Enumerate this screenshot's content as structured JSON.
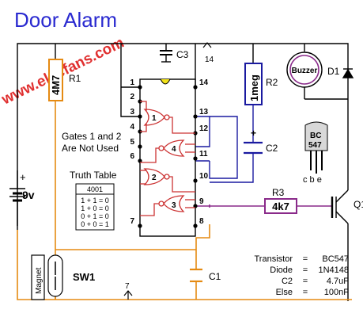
{
  "title": "Door Alarm",
  "watermark": "www.elecfans.com",
  "colors": {
    "wire_black": "#000000",
    "wire_orange": "#e58a12",
    "wire_purple": "#8a2a8a",
    "wire_blue": "#1a1aa0",
    "wire_red": "#cc3333",
    "ic_fill": "#ffffff",
    "pin_marker": "#f2e21a",
    "title_color": "#2a2ad0",
    "watermark_color": "#e03030"
  },
  "components": {
    "r1": "R1",
    "r1_value": "4M7",
    "r2": "R2",
    "r2_value": "1meg",
    "r3": "R3",
    "r3_value": "4k7",
    "c1": "C1",
    "c2": "C2",
    "c3": "C3",
    "d1": "D1",
    "q1": "Q1",
    "buzzer": "Buzzer",
    "sw1": "SW1",
    "magnet": "Magnet",
    "battery": "9v",
    "plus": "+"
  },
  "ic": {
    "pins_left": [
      "1",
      "2",
      "3",
      "4",
      "5",
      "6",
      "7"
    ],
    "pins_right": [
      "14",
      "13",
      "12",
      "11",
      "10",
      "9",
      "8"
    ],
    "gates": [
      "1",
      "2",
      "3",
      "4"
    ],
    "pin14_top": "14",
    "pin7_bottom": "7"
  },
  "transistor_pkg": {
    "line1": "BC",
    "line2": "547",
    "pins": "c b e"
  },
  "notes": {
    "gates_line1": "Gates 1 and 2",
    "gates_line2": "Are Not Used"
  },
  "truth_table": {
    "title": "Truth Table",
    "header": "4001",
    "rows": [
      "1 + 1 = 0",
      "1 + 0 = 0",
      "0 + 1 = 0",
      "0 + 0 = 1"
    ]
  },
  "specs": [
    {
      "part": "Transistor",
      "eq": "=",
      "value": "BC547"
    },
    {
      "part": "Diode",
      "eq": "=",
      "value": "1N4148"
    },
    {
      "part": "C2",
      "eq": "=",
      "value": "4.7uF"
    },
    {
      "part": "Else",
      "eq": "=",
      "value": "100nF"
    }
  ]
}
